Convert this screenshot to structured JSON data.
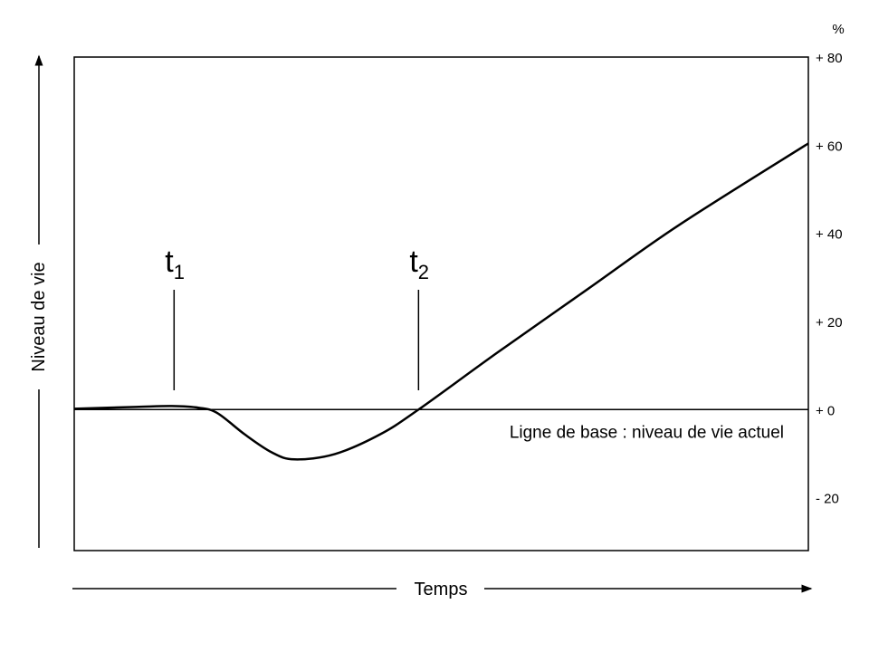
{
  "chart_data": {
    "type": "line",
    "title": "",
    "xlabel": "Temps",
    "ylabel": "Niveau de vie",
    "y_unit": "%",
    "xlim": [
      0,
      100
    ],
    "ylim": [
      -32,
      80
    ],
    "y_ticks": [
      80,
      60,
      40,
      20,
      0,
      -20
    ],
    "y_tick_labels": [
      "+ 80",
      "+ 60",
      "+ 40",
      "+ 20",
      "+ 0",
      "- 20"
    ],
    "y_axis_side": "right",
    "grid": false,
    "baseline": {
      "value": 0,
      "label": "Ligne de base : niveau de vie actuel"
    },
    "markers": [
      {
        "label": "t",
        "subscript": "1",
        "x": 13.6
      },
      {
        "label": "t",
        "subscript": "2",
        "x": 46.9
      }
    ],
    "series": [
      {
        "name": "Niveau de vie",
        "x": [
          0,
          8.4,
          13.3,
          17,
          19.5,
          23.2,
          26.9,
          30,
          35.5,
          41.7,
          46.9,
          57.7,
          70,
          82.4,
          100
        ],
        "y": [
          0.2,
          0.6,
          0.8,
          0.4,
          -0.8,
          -5.6,
          -9.7,
          -11.3,
          -10.1,
          -5.6,
          0,
          13,
          27.4,
          41.9,
          60.4
        ]
      }
    ]
  }
}
